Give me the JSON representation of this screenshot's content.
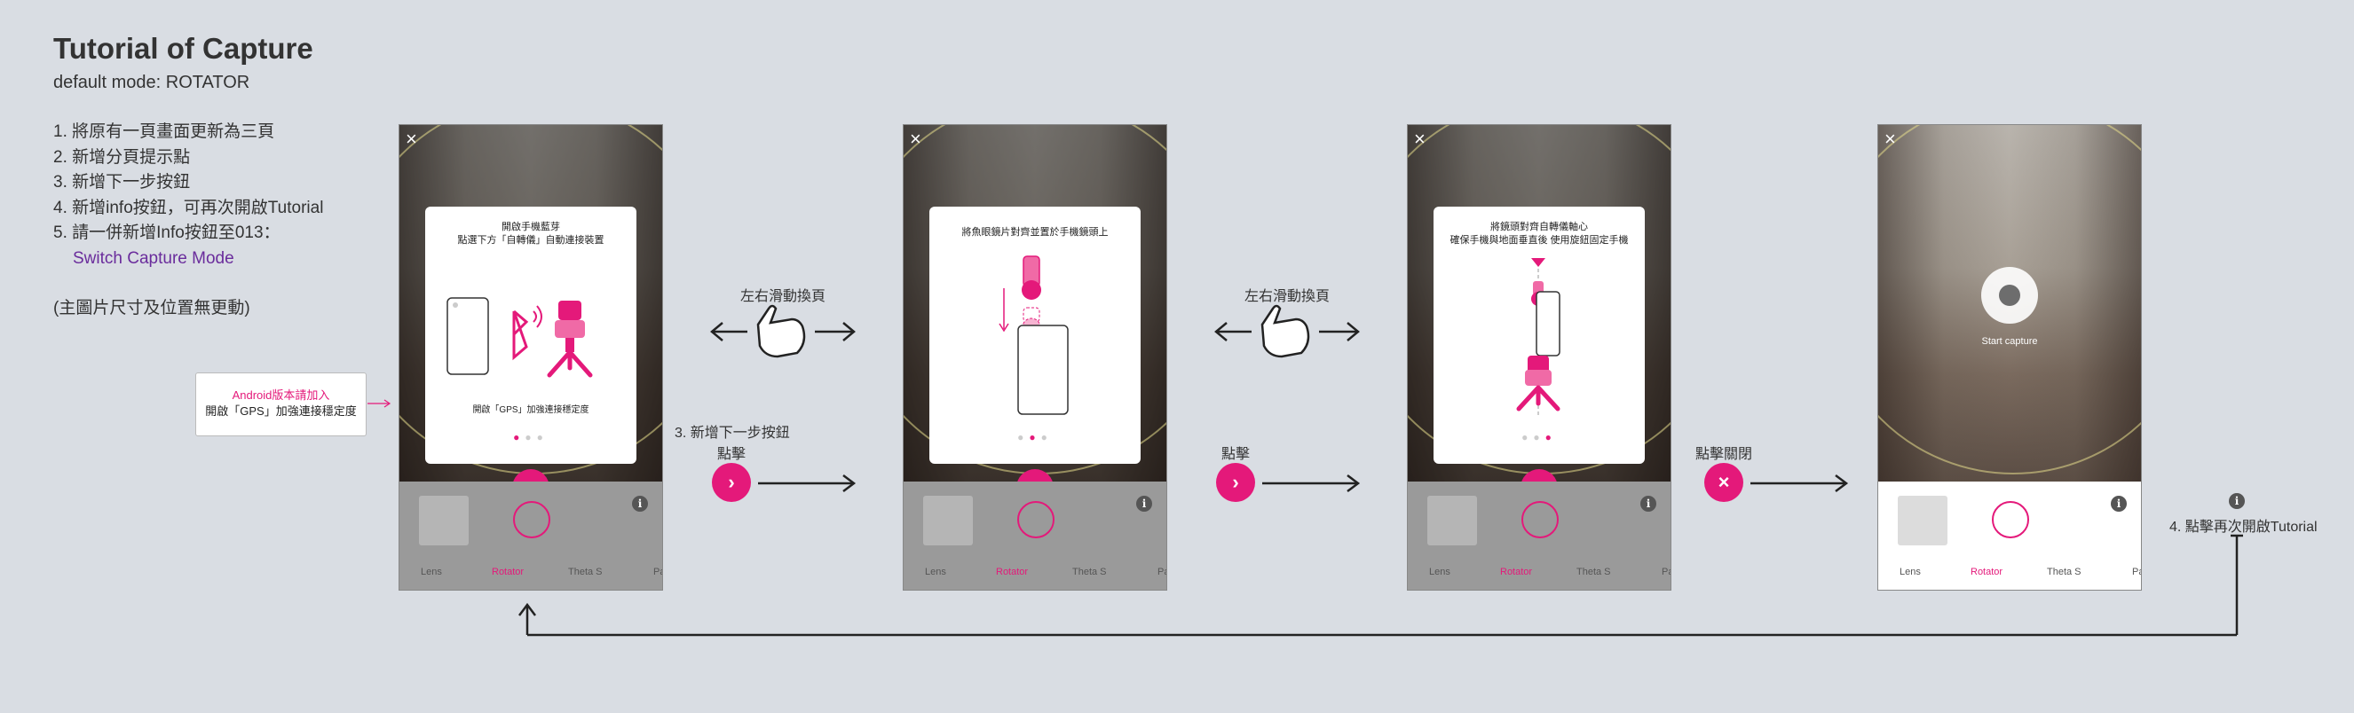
{
  "header": {
    "title": "Tutorial of Capture",
    "subtitle": "default mode: ROTATOR"
  },
  "notes": [
    "1. 將原有一頁畫面更新為三頁",
    "2. 新增分頁提示點",
    "3. 新增下一步按鈕",
    "4. 新增info按鈕，可再次開啟Tutorial",
    "5. 請一併新增Info按鈕至013：",
    "Switch Capture Mode",
    "(主圖片尺寸及位置無更動)"
  ],
  "android_note": {
    "line1": "Android版本請加入",
    "line2": "開啟「GPS」加強連接穩定度"
  },
  "screens": {
    "s1": {
      "dialog_title_1": "開啟手機藍芽",
      "dialog_title_2": "點選下方「自轉儀」自動連接裝置",
      "dialog_footer": "開啟「GPS」加強連接穩定度",
      "button": "›"
    },
    "s2": {
      "dialog_title_1": "將魚眼鏡片對齊並置於手機鏡頭上",
      "button": "›"
    },
    "s3": {
      "dialog_title_1": "將鏡頭對齊自轉儀軸心",
      "dialog_title_2": "確保手機與地面垂直後 使用旋鈕固定手機",
      "button": "×"
    },
    "s4": {
      "overlay": "Start capture"
    }
  },
  "bottom_bar": {
    "modes": [
      "Lens",
      "Rotator",
      "Theta S",
      "Pa"
    ],
    "active_mode": "Rotator",
    "close_icon": "×",
    "info_icon": "i"
  },
  "flow_labels": {
    "swipe_1": "左右滑動換頁",
    "swipe_2": "左右滑動換頁",
    "next_note": "3. 新增下一步按鈕",
    "tap_1": "點擊",
    "tap_2": "點擊",
    "tap_close": "點擊關閉",
    "reopen": "4. 點擊再次開啟Tutorial"
  },
  "flow_buttons": {
    "next_1": "›",
    "next_2": "›",
    "close": "×",
    "info": "i"
  },
  "colors": {
    "accent": "#e4197a",
    "background": "#d9dde3",
    "link": "#6a2c9c"
  }
}
